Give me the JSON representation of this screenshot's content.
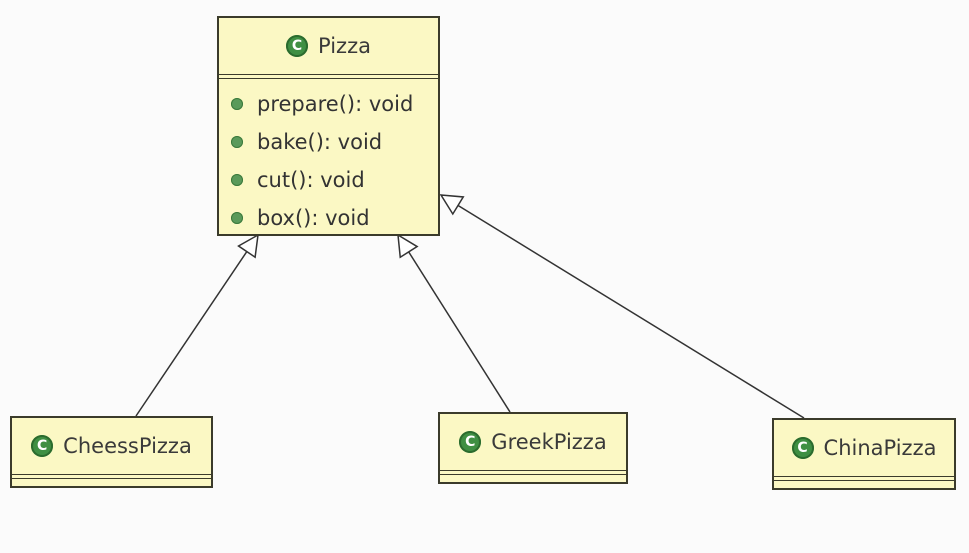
{
  "diagram": {
    "parent": {
      "name": "Pizza",
      "icon": "class-icon",
      "methods": [
        "prepare(): void",
        "bake(): void",
        "cut(): void",
        "box(): void"
      ]
    },
    "children": [
      {
        "name": "CheessPizza",
        "icon": "class-icon"
      },
      {
        "name": "GreekPizza",
        "icon": "class-icon"
      },
      {
        "name": "ChinaPizza",
        "icon": "class-icon"
      }
    ],
    "relation": "generalization",
    "colors": {
      "class_fill": "#fbf8c4",
      "border": "#3b3b2b",
      "icon": "#3f8f43"
    }
  }
}
